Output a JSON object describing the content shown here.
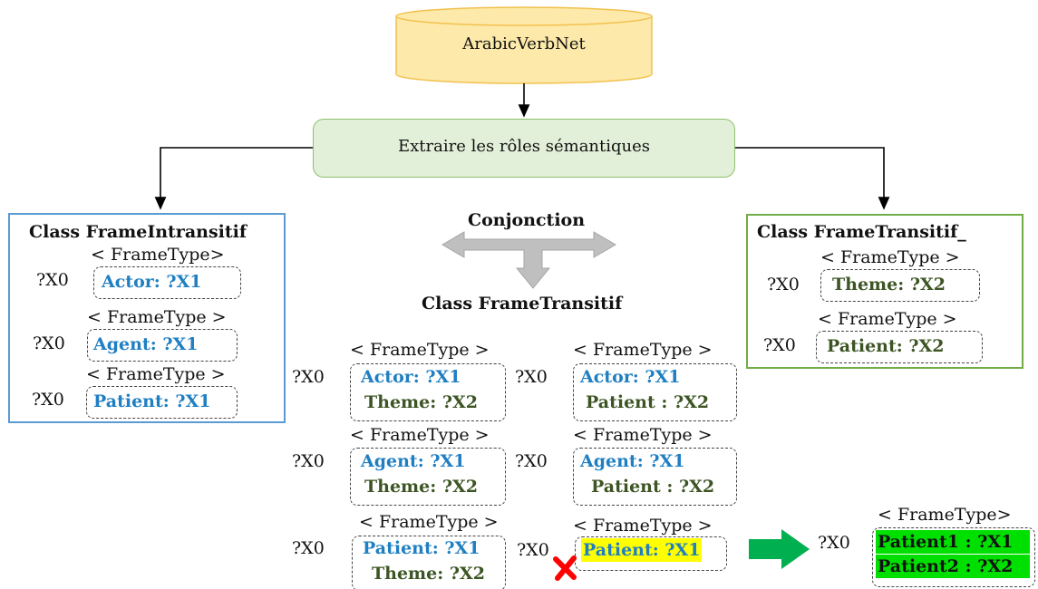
{
  "source_db": "ArabicVerbNet",
  "extract_step": "Extraire les rôles sémantiques",
  "conjunction_label": "Conjonction",
  "left_class": {
    "title": "Class FrameIntransitif",
    "frames": [
      {
        "type": "< FrameType>",
        "x0": "?X0",
        "role": "Actor: ?X1"
      },
      {
        "type": "< FrameType >",
        "x0": "?X0",
        "role": "Agent: ?X1"
      },
      {
        "type": "< FrameType >",
        "x0": "?X0",
        "role": "Patient: ?X1"
      }
    ]
  },
  "right_class": {
    "title": "Class FrameTransitif_",
    "frames": [
      {
        "type": "< FrameType >",
        "x0": "?X0",
        "role": "Theme: ?X2"
      },
      {
        "type": "< FrameType >",
        "x0": "?X0",
        "role": "Patient: ?X2"
      }
    ]
  },
  "center_class": {
    "title": "Class FrameTransitif",
    "rows": [
      {
        "left": {
          "type": "< FrameType >",
          "x0": "?X0",
          "role1": "Actor: ?X1",
          "role2": "Theme: ?X2"
        },
        "right": {
          "type": "< FrameType >",
          "x0": "?X0",
          "role1": "Actor: ?X1",
          "role2": "Patient : ?X2"
        }
      },
      {
        "left": {
          "type": "< FrameType >",
          "x0": "?X0",
          "role1": "Agent: ?X1",
          "role2": "Theme: ?X2"
        },
        "right": {
          "type": "< FrameType >",
          "x0": "?X0",
          "role1": "Agent: ?X1",
          "role2": "Patient : ?X2"
        }
      },
      {
        "left": {
          "type": "< FrameType >",
          "x0": "?X0",
          "role1": "Patient: ?X1",
          "role2": "Theme: ?X2"
        },
        "right": {
          "type": "< FrameType >",
          "x0": "?X0",
          "role1": "Patient: ?X1"
        }
      }
    ]
  },
  "result": {
    "type": "< FrameType>",
    "x0": "?X0",
    "role1": "Patient1 : ?X1",
    "role2": "Patient2 : ?X2"
  },
  "colors": {
    "db_fill": "#fde9a9",
    "db_stroke": "#f2c14e",
    "extract_fill": "#e2f0d9",
    "extract_stroke": "#8fbf6a",
    "left_border": "#5b9bd5",
    "right_border": "#70ad47",
    "highlight_yellow": "#ffff00",
    "highlight_green": "#00e000",
    "arrow_green": "#00b050",
    "cross_red": "#ff0000"
  }
}
